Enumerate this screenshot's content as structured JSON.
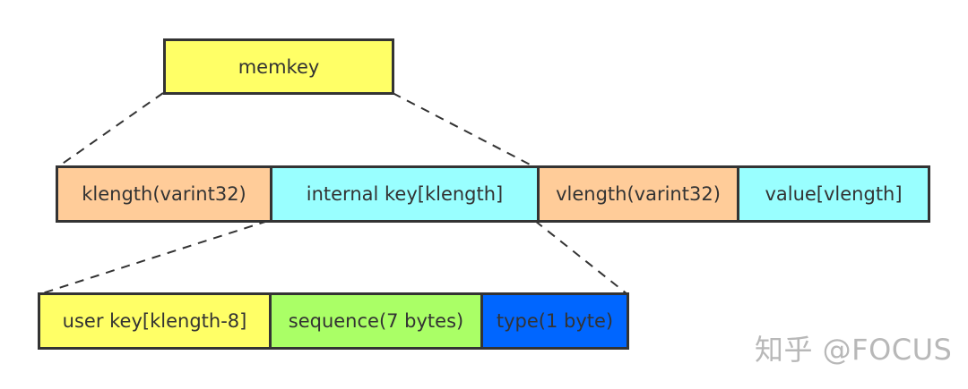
{
  "colors": {
    "yellow": "#ffff66",
    "peach": "#ffcc99",
    "cyan": "#99ffff",
    "green": "#aaff66",
    "blue": "#0066ff",
    "border": "#333333",
    "watermark": "#b8b8b8"
  },
  "top": {
    "memkey": "memkey"
  },
  "entry": {
    "klength": "klength(varint32)",
    "internal_key": "internal key[klength]",
    "vlength": "vlength(varint32)",
    "value": "value[vlength]"
  },
  "internal_key": {
    "user_key": "user key[klength-8]",
    "sequence": "sequence(7 bytes)",
    "type": "type(1 byte)"
  },
  "watermark": "知乎 @FOCUS"
}
